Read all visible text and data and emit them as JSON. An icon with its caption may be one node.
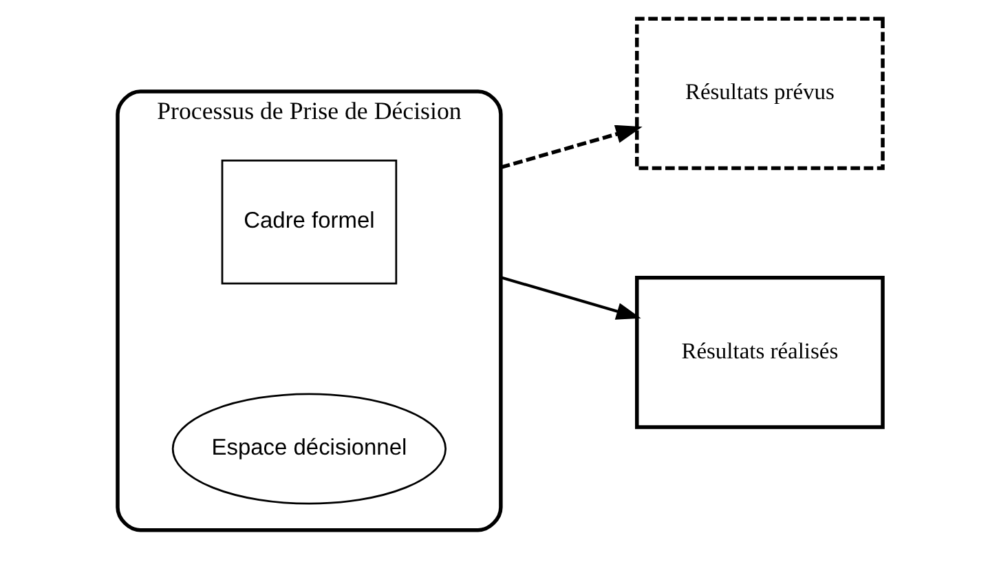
{
  "diagram": {
    "nodes": [
      {
        "text": [
          "Processus de Prise de Décision"
        ]
      },
      {
        "text": [
          "Cadre formel"
        ],
        "in": 0
      },
      {
        "text": [
          "Espace décisionnel"
        ],
        "in": 0
      },
      {
        "text": [
          "Résultats prévus"
        ]
      },
      {
        "text": [
          "Résultats réalisés"
        ]
      }
    ],
    "edges": [
      {
        "from": 0,
        "to": 3,
        "arrow": "to",
        "style": "dashed"
      },
      {
        "from": 0,
        "to": 4,
        "arrow": "to"
      }
    ]
  }
}
